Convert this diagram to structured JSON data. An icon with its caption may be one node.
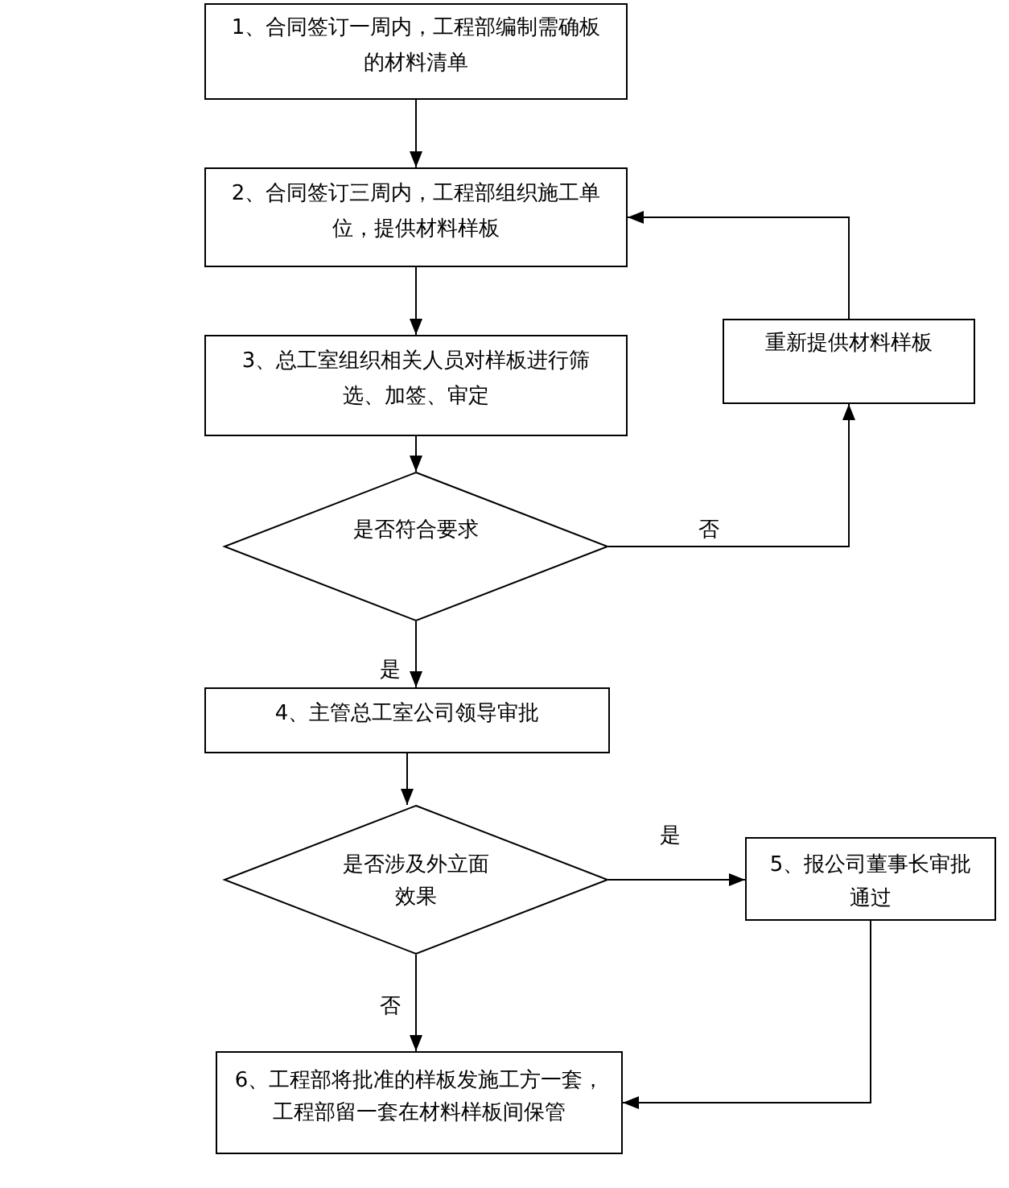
{
  "diagram": {
    "nodes": [
      {
        "text": [
          "1、合同签订一周内，工程部编制需确板的材料清单"
        ]
      },
      {
        "text": [
          "2、合同签订三周内，工程部组织施工单位，提供材料样板"
        ]
      },
      {
        "text": [
          "3、总工室组织相关人员对样板进行筛选、加签、审定"
        ]
      },
      {
        "text": [
          "是否符合要求"
        ]
      },
      {
        "text": [
          "重新提供材料样板"
        ]
      },
      {
        "text": [
          "4、主管总工室公司领导审批"
        ]
      },
      {
        "text": [
          "是否涉及外立面效果"
        ]
      },
      {
        "text": [
          "5、报公司董事长审批通过"
        ]
      },
      {
        "text": [
          "6、工程部将批准的样板发施工方一套，工程部留一套在材料样板间保管"
        ]
      }
    ],
    "edges": [
      {
        "from": 0,
        "to": 1,
        "arrow": "to"
      },
      {
        "from": 1,
        "to": 2,
        "arrow": "to"
      },
      {
        "from": 2,
        "to": 3,
        "arrow": "to"
      },
      {
        "from": 3,
        "to": 4,
        "arrow": "to",
        "label": "否"
      },
      {
        "from": 4,
        "to": 1,
        "arrow": "to"
      },
      {
        "from": 3,
        "to": 5,
        "arrow": "to",
        "label": "是"
      },
      {
        "from": 5,
        "to": 6,
        "arrow": "to"
      },
      {
        "from": 6,
        "to": 7,
        "arrow": "to",
        "label": "是"
      },
      {
        "from": 6,
        "to": 8,
        "arrow": "to",
        "label": "否"
      },
      {
        "from": 7,
        "to": 8,
        "arrow": "to"
      }
    ]
  }
}
